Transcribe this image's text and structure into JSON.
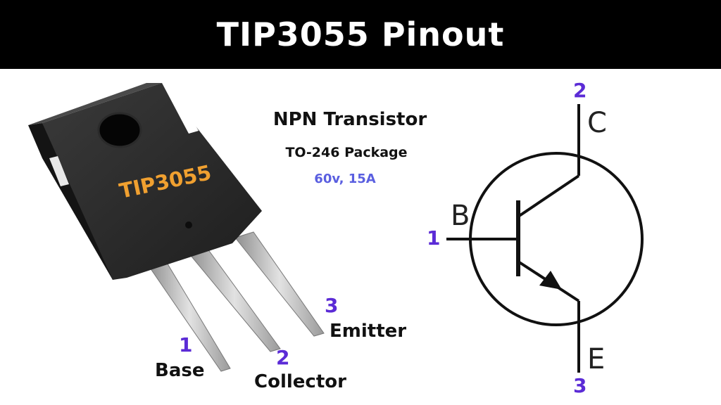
{
  "title": "TIP3055 Pinout",
  "device": {
    "marking": "TIP3055",
    "type": "NPN Transistor",
    "package": "TO-246 Package",
    "rating": "60v, 15A"
  },
  "photo_pins": [
    {
      "number": "1",
      "label": "Base"
    },
    {
      "number": "2",
      "label": "Collector"
    },
    {
      "number": "3",
      "label": "Emitter"
    }
  ],
  "symbol": {
    "base_letter": "B",
    "collector_letter": "C",
    "emitter_letter": "E",
    "base_pin": "1",
    "collector_pin": "2",
    "emitter_pin": "3"
  },
  "colors": {
    "pin_number": "#5b2bd6",
    "rating": "#5a5fe0",
    "marking": "#f0a030"
  }
}
